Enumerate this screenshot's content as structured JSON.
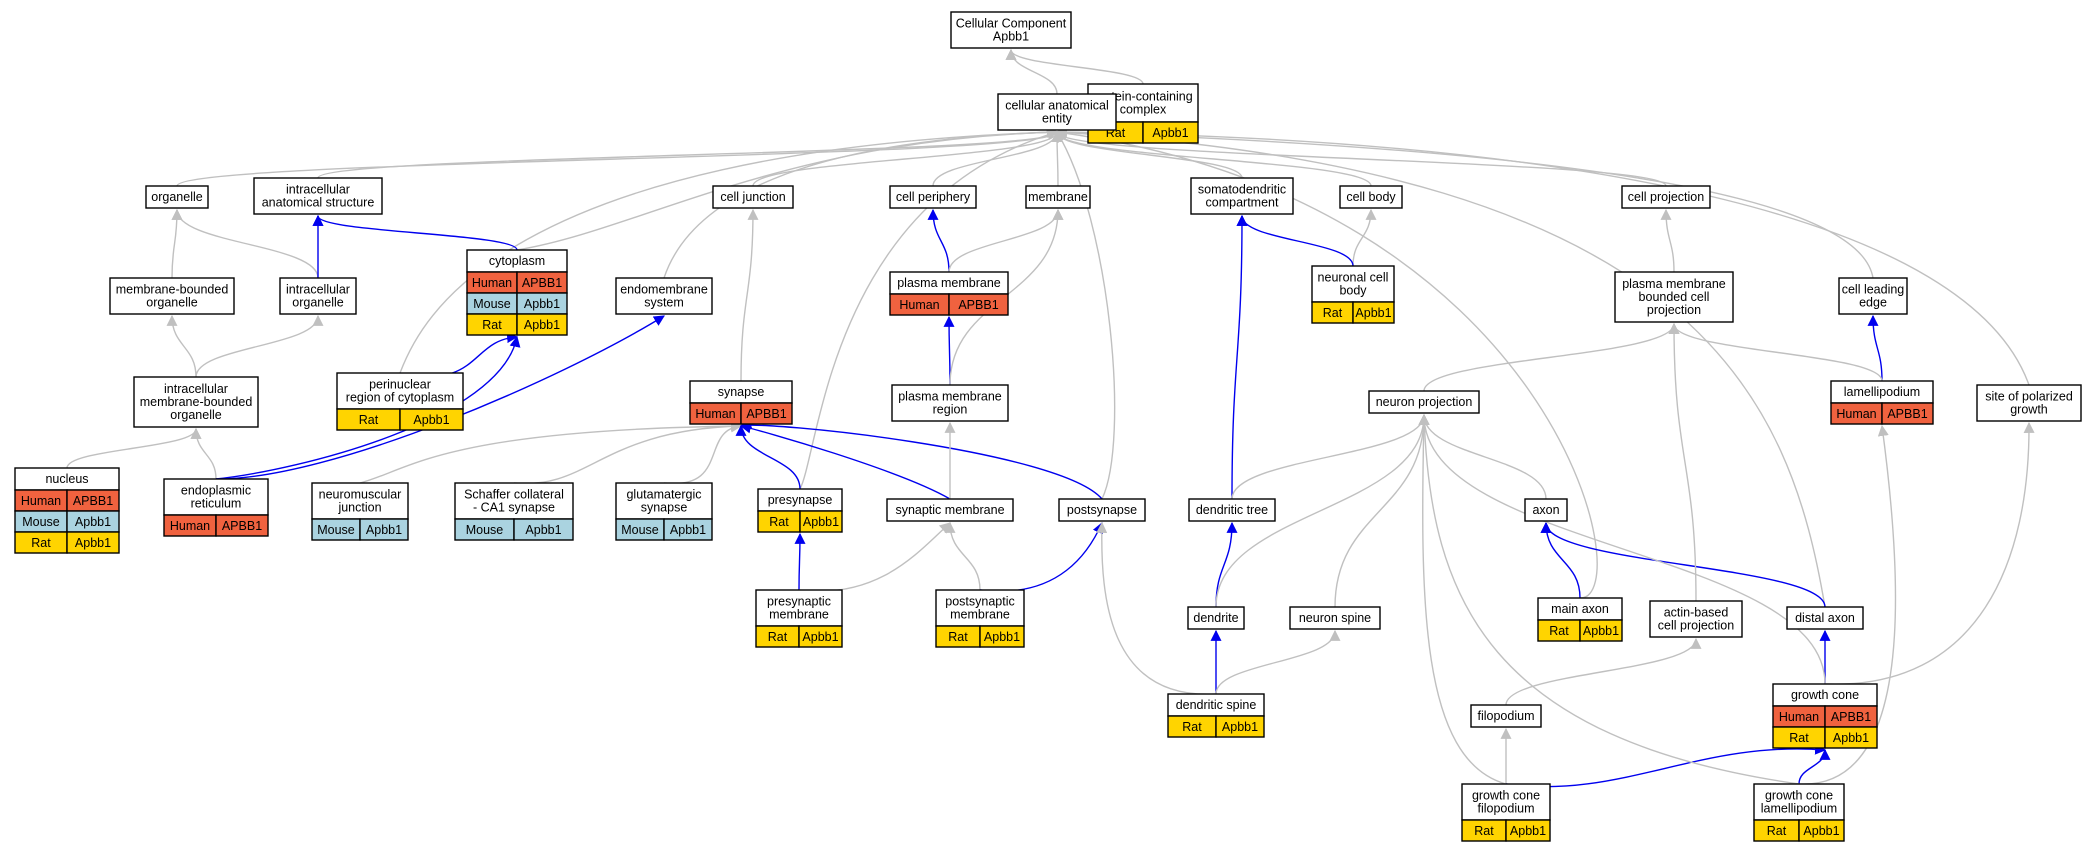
{
  "colors": {
    "Human": "#f0623f",
    "Mouse": "#aad3e0",
    "Rat": "#ffd400",
    "is_a": "#c0c0c0",
    "part_of": "#0000ee"
  },
  "nodes": [
    {
      "id": "cc",
      "lines": [
        "Cellular Component",
        "Apbb1"
      ],
      "species": []
    },
    {
      "id": "pcc",
      "lines": [
        "protein-containing",
        "complex"
      ],
      "species": [
        [
          "Rat",
          "Apbb1"
        ]
      ]
    },
    {
      "id": "cae",
      "lines": [
        "cellular anatomical",
        "entity"
      ],
      "species": []
    },
    {
      "id": "organelle",
      "lines": [
        "organelle"
      ],
      "species": []
    },
    {
      "id": "ias",
      "lines": [
        "intracellular",
        "anatomical structure"
      ],
      "species": []
    },
    {
      "id": "cjunction",
      "lines": [
        "cell junction"
      ],
      "species": []
    },
    {
      "id": "cperiphery",
      "lines": [
        "cell periphery"
      ],
      "species": []
    },
    {
      "id": "membrane",
      "lines": [
        "membrane"
      ],
      "species": []
    },
    {
      "id": "somato",
      "lines": [
        "somatodendritic",
        "compartment"
      ],
      "species": []
    },
    {
      "id": "cellbody",
      "lines": [
        "cell body"
      ],
      "species": []
    },
    {
      "id": "cprojection",
      "lines": [
        "cell projection"
      ],
      "species": []
    },
    {
      "id": "mbo",
      "lines": [
        "membrane-bounded",
        "organelle"
      ],
      "species": []
    },
    {
      "id": "iorg",
      "lines": [
        "intracellular",
        "organelle"
      ],
      "species": []
    },
    {
      "id": "cytoplasm",
      "lines": [
        "cytoplasm"
      ],
      "species": [
        [
          "Human",
          "APBB1"
        ],
        [
          "Mouse",
          "Apbb1"
        ],
        [
          "Rat",
          "Apbb1"
        ]
      ]
    },
    {
      "id": "endomembrane",
      "lines": [
        "endomembrane",
        "system"
      ],
      "species": []
    },
    {
      "id": "pm",
      "lines": [
        "plasma membrane"
      ],
      "species": [
        [
          "Human",
          "APBB1"
        ]
      ]
    },
    {
      "id": "ncb",
      "lines": [
        "neuronal cell",
        "body"
      ],
      "species": [
        [
          "Rat",
          "Apbb1"
        ]
      ]
    },
    {
      "id": "pmbcp",
      "lines": [
        "plasma membrane",
        "bounded cell",
        "projection"
      ],
      "species": []
    },
    {
      "id": "cle",
      "lines": [
        "cell leading",
        "edge"
      ],
      "species": []
    },
    {
      "id": "imbo",
      "lines": [
        "intracellular",
        "membrane-bounded",
        "organelle"
      ],
      "species": []
    },
    {
      "id": "perinuclear",
      "lines": [
        "perinuclear",
        "region of cytoplasm"
      ],
      "species": [
        [
          "Rat",
          "Apbb1"
        ]
      ]
    },
    {
      "id": "synapse",
      "lines": [
        "synapse"
      ],
      "species": [
        [
          "Human",
          "APBB1"
        ]
      ]
    },
    {
      "id": "pmr",
      "lines": [
        "plasma membrane",
        "region"
      ],
      "species": []
    },
    {
      "id": "nproj",
      "lines": [
        "neuron projection"
      ],
      "species": []
    },
    {
      "id": "lamelli",
      "lines": [
        "lamellipodium"
      ],
      "species": [
        [
          "Human",
          "APBB1"
        ]
      ]
    },
    {
      "id": "spg",
      "lines": [
        "site of polarized",
        "growth"
      ],
      "species": []
    },
    {
      "id": "nucleus",
      "lines": [
        "nucleus"
      ],
      "species": [
        [
          "Human",
          "APBB1"
        ],
        [
          "Mouse",
          "Apbb1"
        ],
        [
          "Rat",
          "Apbb1"
        ]
      ]
    },
    {
      "id": "er",
      "lines": [
        "endoplasmic",
        "reticulum"
      ],
      "species": [
        [
          "Human",
          "APBB1"
        ]
      ]
    },
    {
      "id": "nmj",
      "lines": [
        "neuromuscular",
        "junction"
      ],
      "species": [
        [
          "Mouse",
          "Apbb1"
        ]
      ]
    },
    {
      "id": "schaffer",
      "lines": [
        "Schaffer collateral",
        "- CA1 synapse"
      ],
      "species": [
        [
          "Mouse",
          "Apbb1"
        ]
      ]
    },
    {
      "id": "glut",
      "lines": [
        "glutamatergic",
        "synapse"
      ],
      "species": [
        [
          "Mouse",
          "Apbb1"
        ]
      ]
    },
    {
      "id": "presyn",
      "lines": [
        "presynapse"
      ],
      "species": [
        [
          "Rat",
          "Apbb1"
        ]
      ]
    },
    {
      "id": "synmem",
      "lines": [
        "synaptic membrane"
      ],
      "species": []
    },
    {
      "id": "postsyn",
      "lines": [
        "postsynapse"
      ],
      "species": []
    },
    {
      "id": "dtree",
      "lines": [
        "dendritic tree"
      ],
      "species": []
    },
    {
      "id": "axon",
      "lines": [
        "axon"
      ],
      "species": []
    },
    {
      "id": "presynmem",
      "lines": [
        "presynaptic",
        "membrane"
      ],
      "species": [
        [
          "Rat",
          "Apbb1"
        ]
      ]
    },
    {
      "id": "postsynmem",
      "lines": [
        "postsynaptic",
        "membrane"
      ],
      "species": [
        [
          "Rat",
          "Apbb1"
        ]
      ]
    },
    {
      "id": "dendrite",
      "lines": [
        "dendrite"
      ],
      "species": []
    },
    {
      "id": "nspine",
      "lines": [
        "neuron spine"
      ],
      "species": []
    },
    {
      "id": "mainaxon",
      "lines": [
        "main axon"
      ],
      "species": [
        [
          "Rat",
          "Apbb1"
        ]
      ]
    },
    {
      "id": "abcp",
      "lines": [
        "actin-based",
        "cell projection"
      ],
      "species": []
    },
    {
      "id": "distalaxon",
      "lines": [
        "distal axon"
      ],
      "species": []
    },
    {
      "id": "dspine",
      "lines": [
        "dendritic spine"
      ],
      "species": [
        [
          "Rat",
          "Apbb1"
        ]
      ]
    },
    {
      "id": "gcone",
      "lines": [
        "growth cone"
      ],
      "species": [
        [
          "Human",
          "APBB1"
        ],
        [
          "Rat",
          "Apbb1"
        ]
      ]
    },
    {
      "id": "filopodium",
      "lines": [
        "filopodium"
      ],
      "species": []
    },
    {
      "id": "gcf",
      "lines": [
        "growth cone",
        "filopodium"
      ],
      "species": [
        [
          "Rat",
          "Apbb1"
        ]
      ]
    },
    {
      "id": "gcl",
      "lines": [
        "growth cone",
        "lamellipodium"
      ],
      "species": [
        [
          "Rat",
          "Apbb1"
        ]
      ]
    }
  ],
  "edges": [
    {
      "from": "cae",
      "to": "cc",
      "rel": "is_a"
    },
    {
      "from": "pcc",
      "to": "cc",
      "rel": "is_a"
    },
    {
      "from": "organelle",
      "to": "cae",
      "rel": "is_a"
    },
    {
      "from": "ias",
      "to": "cae",
      "rel": "is_a"
    },
    {
      "from": "cjunction",
      "to": "cae",
      "rel": "is_a"
    },
    {
      "from": "cperiphery",
      "to": "cae",
      "rel": "is_a"
    },
    {
      "from": "membrane",
      "to": "cae",
      "rel": "is_a"
    },
    {
      "from": "somato",
      "to": "cae",
      "rel": "is_a"
    },
    {
      "from": "cellbody",
      "to": "cae",
      "rel": "is_a"
    },
    {
      "from": "cprojection",
      "to": "cae",
      "rel": "is_a"
    },
    {
      "from": "cytoplasm",
      "to": "cae",
      "rel": "is_a"
    },
    {
      "from": "endomembrane",
      "to": "cae",
      "rel": "is_a"
    },
    {
      "from": "perinuclear",
      "to": "cae",
      "rel": "is_a"
    },
    {
      "from": "presyn",
      "to": "cae",
      "rel": "is_a"
    },
    {
      "from": "postsyn",
      "to": "cae",
      "rel": "is_a"
    },
    {
      "from": "distalaxon",
      "to": "cae",
      "rel": "is_a"
    },
    {
      "from": "mainaxon",
      "to": "cae",
      "rel": "is_a"
    },
    {
      "from": "cle",
      "to": "cae",
      "rel": "is_a"
    },
    {
      "from": "spg",
      "to": "cae",
      "rel": "is_a"
    },
    {
      "from": "mbo",
      "to": "organelle",
      "rel": "is_a"
    },
    {
      "from": "iorg",
      "to": "organelle",
      "rel": "is_a"
    },
    {
      "from": "iorg",
      "to": "ias",
      "rel": "part_of"
    },
    {
      "from": "cytoplasm",
      "to": "ias",
      "rel": "part_of"
    },
    {
      "from": "imbo",
      "to": "mbo",
      "rel": "is_a"
    },
    {
      "from": "imbo",
      "to": "iorg",
      "rel": "is_a"
    },
    {
      "from": "nucleus",
      "to": "imbo",
      "rel": "is_a"
    },
    {
      "from": "er",
      "to": "imbo",
      "rel": "is_a"
    },
    {
      "from": "er",
      "to": "cytoplasm",
      "rel": "part_of"
    },
    {
      "from": "er",
      "to": "endomembrane",
      "rel": "part_of"
    },
    {
      "from": "perinuclear",
      "to": "cytoplasm",
      "rel": "part_of"
    },
    {
      "from": "synapse",
      "to": "cjunction",
      "rel": "is_a"
    },
    {
      "from": "pm",
      "to": "cperiphery",
      "rel": "part_of"
    },
    {
      "from": "pm",
      "to": "membrane",
      "rel": "is_a"
    },
    {
      "from": "pmr",
      "to": "pm",
      "rel": "part_of"
    },
    {
      "from": "pmr",
      "to": "membrane",
      "rel": "is_a"
    },
    {
      "from": "ncb",
      "to": "cellbody",
      "rel": "is_a"
    },
    {
      "from": "ncb",
      "to": "somato",
      "rel": "part_of"
    },
    {
      "from": "dtree",
      "to": "somato",
      "rel": "part_of"
    },
    {
      "from": "pmbcp",
      "to": "cprojection",
      "rel": "is_a"
    },
    {
      "from": "lamelli",
      "to": "cle",
      "rel": "part_of"
    },
    {
      "from": "lamelli",
      "to": "pmbcp",
      "rel": "is_a"
    },
    {
      "from": "nproj",
      "to": "pmbcp",
      "rel": "is_a"
    },
    {
      "from": "nmj",
      "to": "synapse",
      "rel": "is_a"
    },
    {
      "from": "schaffer",
      "to": "synapse",
      "rel": "is_a"
    },
    {
      "from": "glut",
      "to": "synapse",
      "rel": "is_a"
    },
    {
      "from": "presyn",
      "to": "synapse",
      "rel": "part_of"
    },
    {
      "from": "synmem",
      "to": "synapse",
      "rel": "part_of"
    },
    {
      "from": "postsyn",
      "to": "synapse",
      "rel": "part_of"
    },
    {
      "from": "synmem",
      "to": "pmr",
      "rel": "is_a"
    },
    {
      "from": "presynmem",
      "to": "presyn",
      "rel": "part_of"
    },
    {
      "from": "presynmem",
      "to": "synmem",
      "rel": "is_a"
    },
    {
      "from": "postsynmem",
      "to": "synmem",
      "rel": "is_a"
    },
    {
      "from": "postsynmem",
      "to": "postsyn",
      "rel": "part_of"
    },
    {
      "from": "dtree",
      "to": "nproj",
      "rel": "is_a"
    },
    {
      "from": "axon",
      "to": "nproj",
      "rel": "is_a"
    },
    {
      "from": "dendrite",
      "to": "dtree",
      "rel": "part_of"
    },
    {
      "from": "dendrite",
      "to": "nproj",
      "rel": "is_a"
    },
    {
      "from": "nspine",
      "to": "nproj",
      "rel": "is_a"
    },
    {
      "from": "mainaxon",
      "to": "axon",
      "rel": "part_of"
    },
    {
      "from": "distalaxon",
      "to": "axon",
      "rel": "part_of"
    },
    {
      "from": "dspine",
      "to": "dendrite",
      "rel": "part_of"
    },
    {
      "from": "dspine",
      "to": "nspine",
      "rel": "is_a"
    },
    {
      "from": "dspine",
      "to": "postsyn",
      "rel": "is_a"
    },
    {
      "from": "abcp",
      "to": "pmbcp",
      "rel": "is_a"
    },
    {
      "from": "filopodium",
      "to": "abcp",
      "rel": "is_a"
    },
    {
      "from": "gcone",
      "to": "distalaxon",
      "rel": "part_of"
    },
    {
      "from": "gcone",
      "to": "nproj",
      "rel": "is_a"
    },
    {
      "from": "gcone",
      "to": "spg",
      "rel": "is_a"
    },
    {
      "from": "gcf",
      "to": "filopodium",
      "rel": "is_a"
    },
    {
      "from": "gcf",
      "to": "gcone",
      "rel": "part_of"
    },
    {
      "from": "gcf",
      "to": "nproj",
      "rel": "is_a"
    },
    {
      "from": "gcl",
      "to": "gcone",
      "rel": "part_of"
    },
    {
      "from": "gcl",
      "to": "lamelli",
      "rel": "is_a"
    },
    {
      "from": "gcl",
      "to": "nproj",
      "rel": "is_a"
    }
  ]
}
